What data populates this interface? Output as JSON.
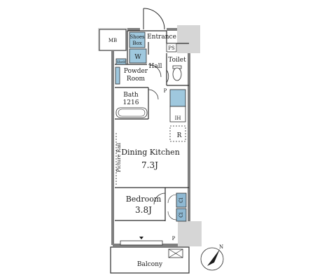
{
  "rooms": {
    "mb": "MB",
    "shoes_box_line1": "Shoes",
    "shoes_box_line2": "Box",
    "entrance": "Entrance",
    "ps_top": "PS",
    "w": "W",
    "toilet": "Toilet",
    "shelf": "Shelf",
    "hall": "Hall",
    "powder_room_line1": "Powder",
    "powder_room_line2": "Room",
    "bath_line1": "Bath",
    "bath_line2": "1216",
    "p_small": "P",
    "ih": "IH",
    "refrigerator": "R",
    "dining_kitchen_line1": "Dining Kitchen",
    "dining_kitchen_line2": "7.3J",
    "picture_rail": "Picture Rail",
    "bedroom_line1": "Bedroom",
    "bedroom_line2": "3.8J",
    "cl_top": "Cl",
    "cl_bottom": "Cl",
    "ps_bottom": "P",
    "balcony": "Balcony",
    "north": "N"
  },
  "colors": {
    "wall": "#7f7f7f",
    "fixture_blue": "#9fc8de",
    "closet_blue": "#8fb9d3",
    "line": "#2a2a2a",
    "pillar": "#d9d9d9"
  }
}
